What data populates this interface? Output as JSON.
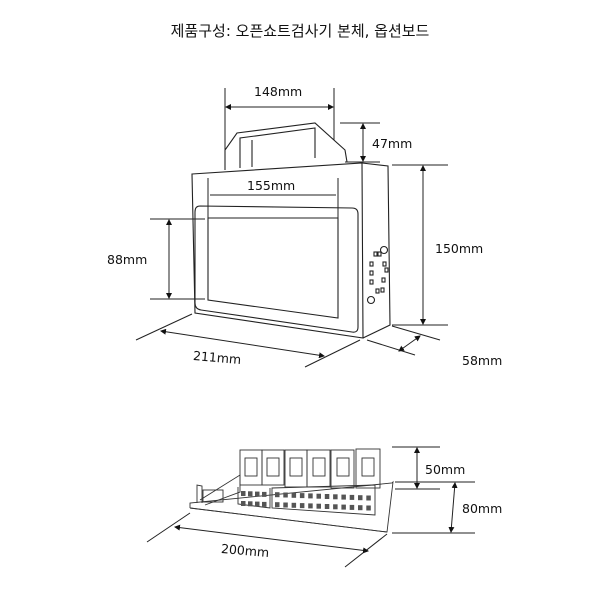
{
  "title": "제품구성: 오픈쇼트검사기 본체, 옵션보드",
  "tester": {
    "handle_width": "148mm",
    "handle_height": "47mm",
    "screen_width": "155mm",
    "screen_height": "88mm",
    "body_height": "150mm",
    "body_width": "211mm",
    "body_depth": "58mm"
  },
  "option_board": {
    "relay_height": "50mm",
    "board_depth": "80mm",
    "board_width": "200mm"
  }
}
